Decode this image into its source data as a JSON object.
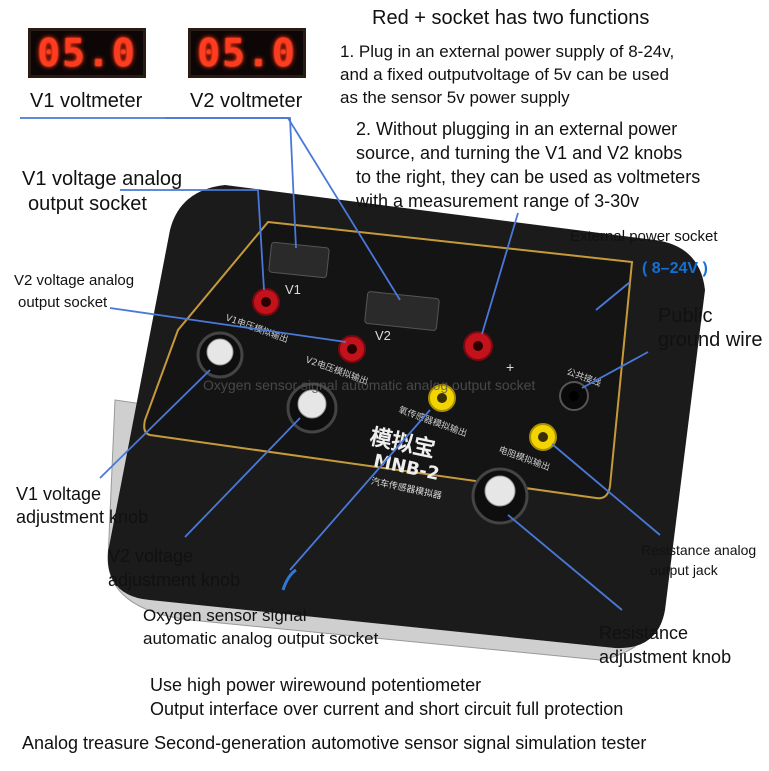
{
  "v1_display": "05.0",
  "v2_display": "05.0",
  "v1_voltmeter_label": "V1 voltmeter",
  "v2_voltmeter_label": "V2 voltmeter",
  "red_socket_title": "Red +  socket has two functions",
  "function_1": [
    "1. Plug in an external power supply of 8-24v,",
    "and a fixed outputvoltage of 5v can be used",
    "as the sensor 5v power supply"
  ],
  "function_2": [
    "2. Without plugging in an external power",
    "source, and turning the V1 and V2 knobs",
    "to the right, they can be used as voltmeters",
    "with a measurement range of 3-30v"
  ],
  "external_power_socket": "External power socket",
  "external_power_range": "( 8–24V )",
  "v1_analog_output": [
    "V1 voltage analog",
    "output socket"
  ],
  "v2_analog_output": [
    "V2 voltage analog",
    "output socket"
  ],
  "public_ground": [
    "Public",
    "ground wire"
  ],
  "overlay_caption": "Oxygen sensor signal automatic analog output socket",
  "v1_knob": [
    "V1 voltage",
    "adjustment knob"
  ],
  "v2_knob": [
    "V2 voltage",
    "adjustment knob"
  ],
  "resistance_jack": [
    "Resistance analog",
    "output jack"
  ],
  "oxygen_socket": [
    "Oxygen sensor signal",
    "automatic analog output socket"
  ],
  "resistance_knob": [
    "Resistance",
    "adjustment knob"
  ],
  "footer_1": "Use high power wirewound potentiometer",
  "footer_2": "Output interface over current and short circuit full protection",
  "footer_3": "Analog treasure Second-generation automotive sensor signal simulation tester",
  "device": {
    "panel_v1": "V1",
    "panel_v2": "V2",
    "panel_plus": "+",
    "brand": "模拟宝",
    "model": "MNB-2",
    "subtitle": "汽车传感器模拟器",
    "label_v1": "V1电压模拟输出",
    "label_v2": "V2电压模拟输出",
    "label_oxygen": "氧传感器模拟输出",
    "label_resistance": "电阻模拟输出",
    "label_ground": "公共接线",
    "colors": {
      "body": "#1b1b1b",
      "red_socket": "#c2121c",
      "yellow_socket": "#f2d400",
      "accent": "#1470d6",
      "led": "#ff3b20"
    }
  }
}
